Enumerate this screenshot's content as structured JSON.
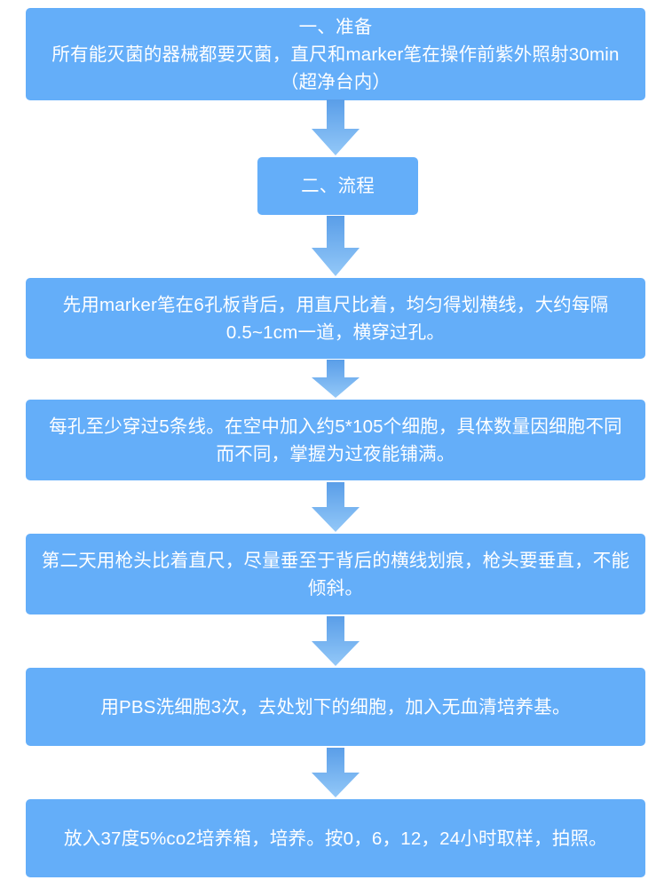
{
  "diagram": {
    "title_node": {
      "id": "prepare",
      "text": "一、准备\n所有能灭菌的器械都要灭菌，直尺和marker笔在操作前紫外照射30min（超净台内）"
    },
    "section_node": {
      "id": "process",
      "text": "二、流程"
    },
    "steps": [
      {
        "id": "step1",
        "text": "先用marker笔在6孔板背后，用直尺比着，均匀得划横线，大约每隔0.5~1cm一道，横穿过孔。"
      },
      {
        "id": "step2",
        "text": "每孔至少穿过5条线。在空中加入约5*105个细胞，具体数量因细胞不同而不同，掌握为过夜能铺满。"
      },
      {
        "id": "step3",
        "text": "第二天用枪头比着直尺，尽量垂至于背后的横线划痕，枪头要垂直，不能倾斜。"
      },
      {
        "id": "step4",
        "text": "用PBS洗细胞3次，去处划下的细胞，加入无血清培养基。"
      },
      {
        "id": "step5",
        "text": "放入37度5%co2培养箱，培养。按0，6，12，24小时取样，拍照。"
      }
    ],
    "connectors": [
      {
        "id": "arrow-1",
        "icon": "arrow-down-icon"
      },
      {
        "id": "arrow-2",
        "icon": "arrow-down-icon"
      },
      {
        "id": "arrow-3",
        "icon": "arrow-down-icon"
      },
      {
        "id": "arrow-4",
        "icon": "arrow-down-icon"
      },
      {
        "id": "arrow-5",
        "icon": "arrow-down-icon"
      },
      {
        "id": "arrow-6",
        "icon": "arrow-down-icon"
      }
    ],
    "colors": {
      "node_fill": "#64aef9",
      "node_text": "#ffffff",
      "arrow_top": "#5a9ee8",
      "arrow_bottom": "#8ec5f7",
      "background": "#ffffff"
    }
  }
}
